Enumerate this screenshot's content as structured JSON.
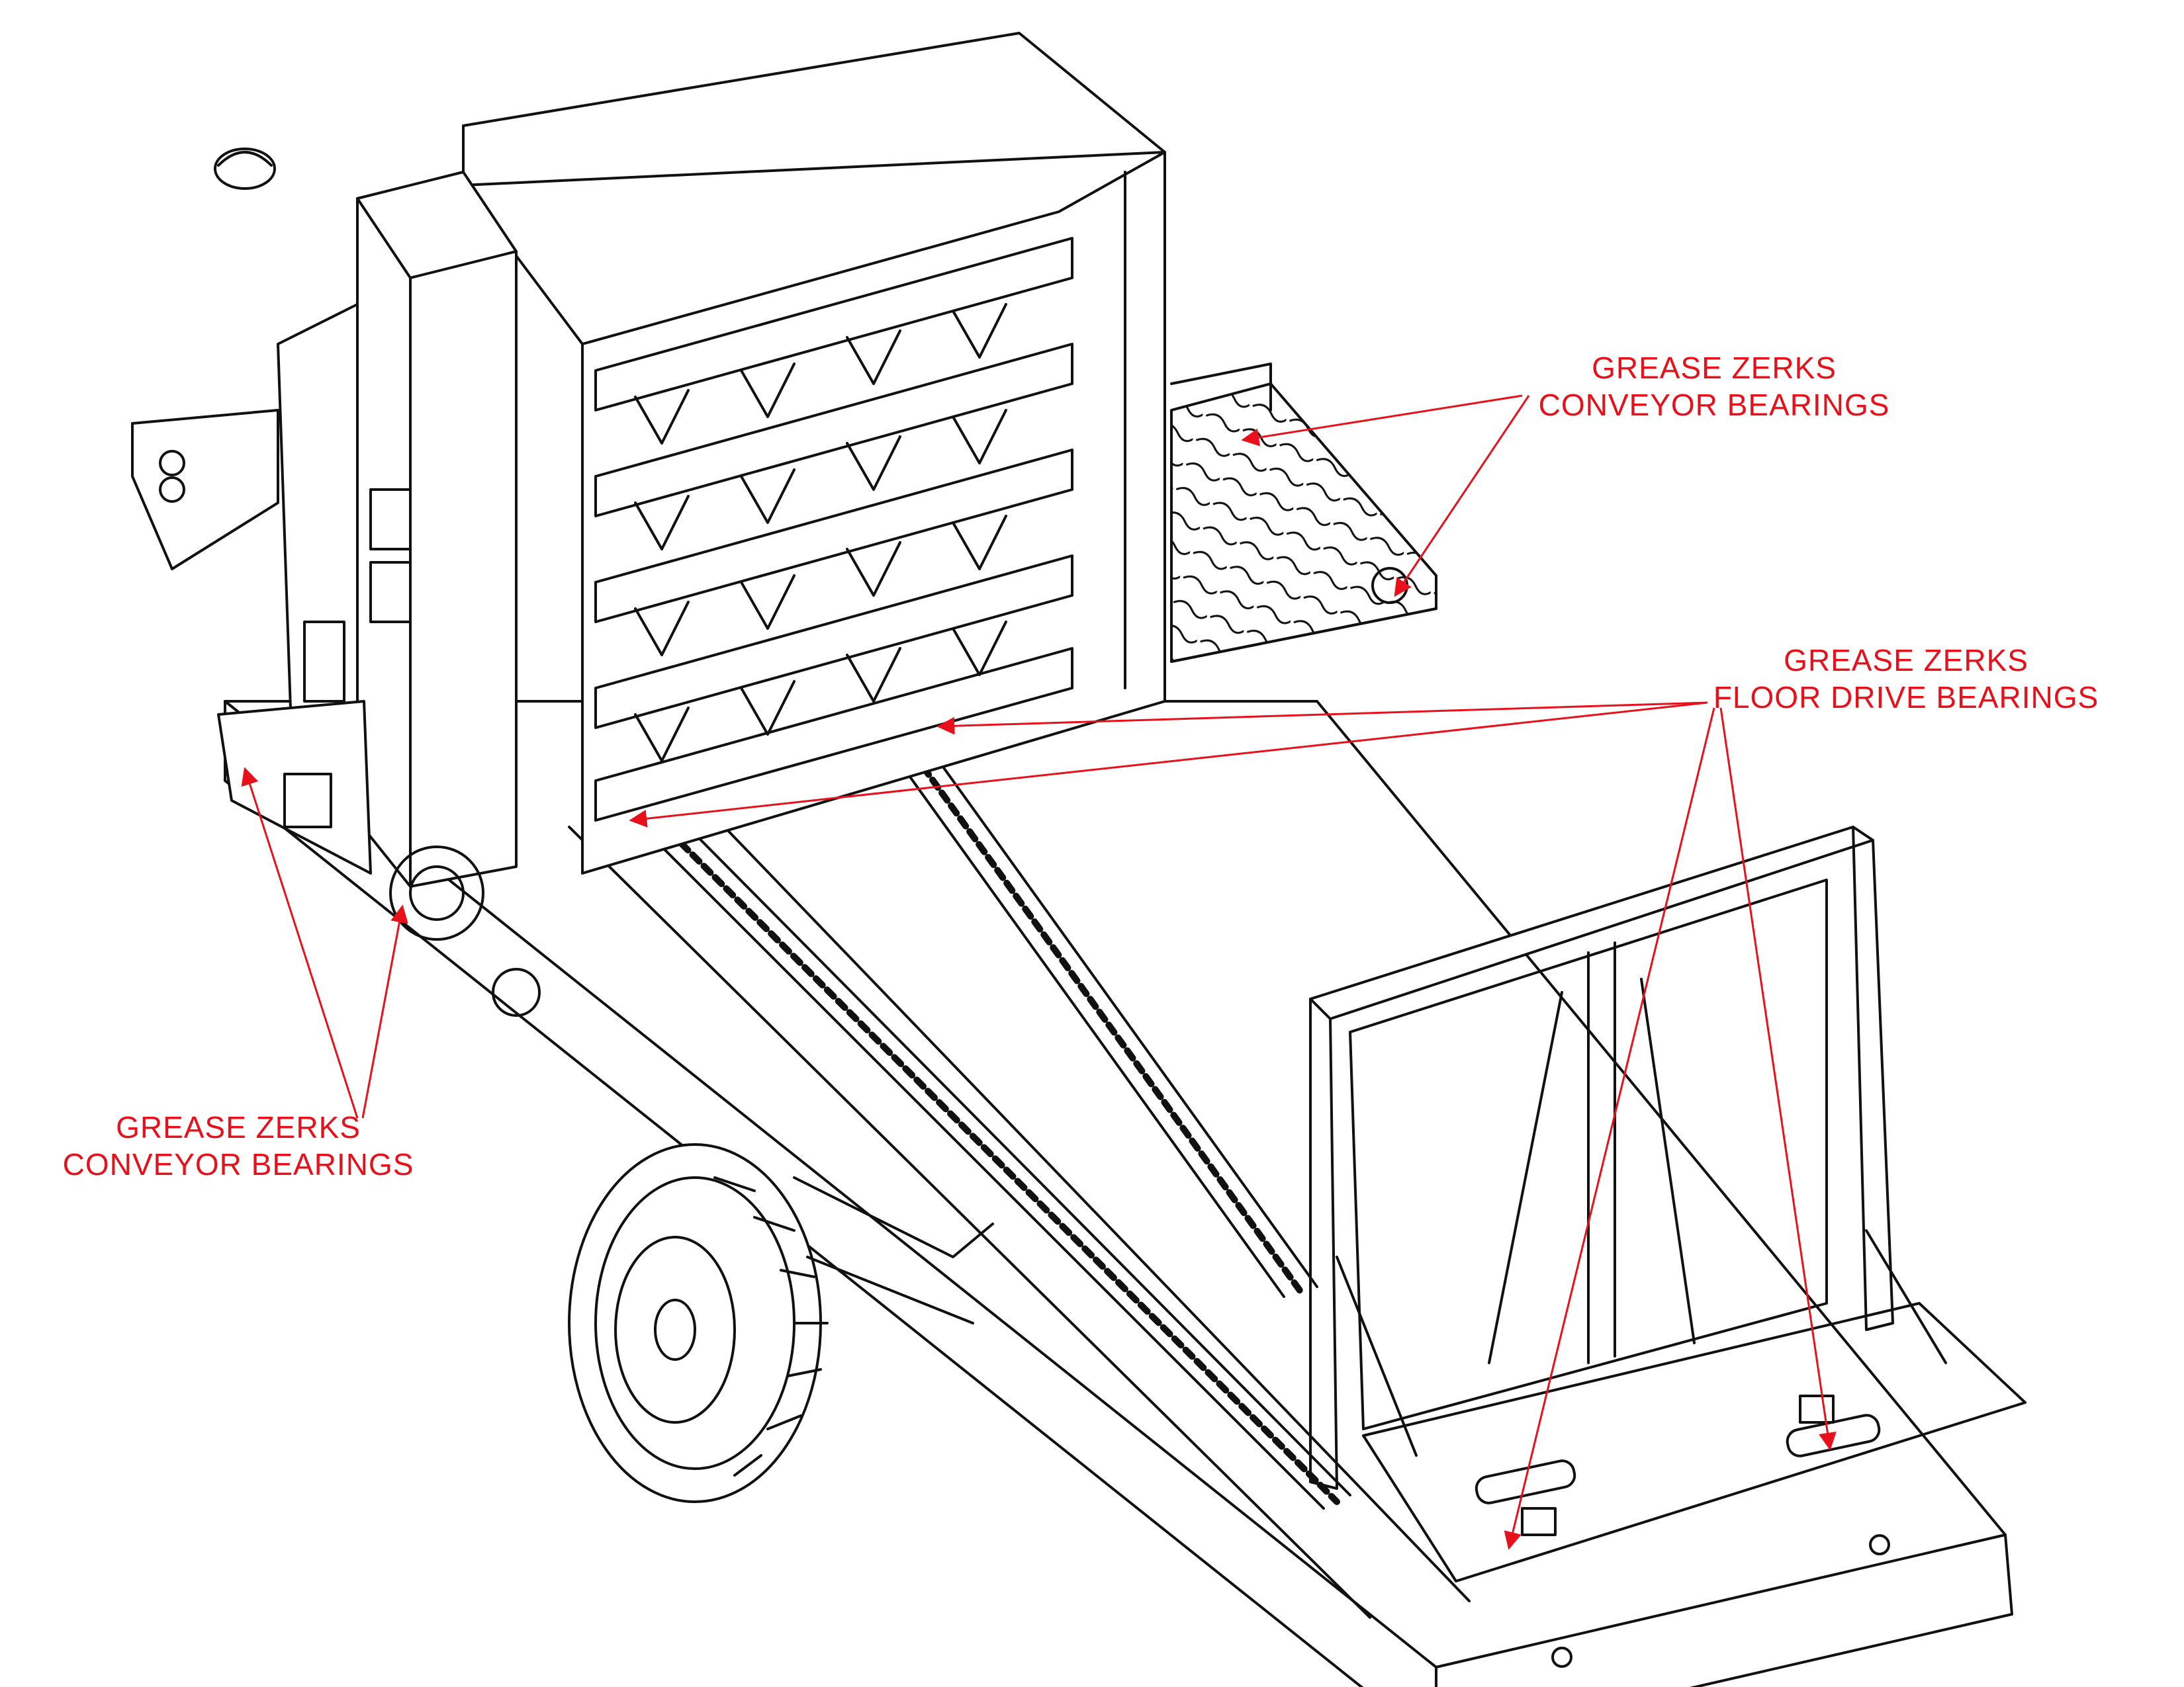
{
  "labels": {
    "conveyor_right": {
      "line1": "GREASE ZERKS",
      "line2": "CONVEYOR BEARINGS"
    },
    "floor_drive": {
      "line1": "GREASE ZERKS",
      "line2": "FLOOR DRIVE BEARINGS"
    },
    "conveyor_left": {
      "line1": "GREASE ZERKS",
      "line2": "CONVEYOR BEARINGS"
    }
  },
  "colors": {
    "callout": "#e8101a",
    "line_art": "#111111",
    "background": "#ffffff"
  }
}
